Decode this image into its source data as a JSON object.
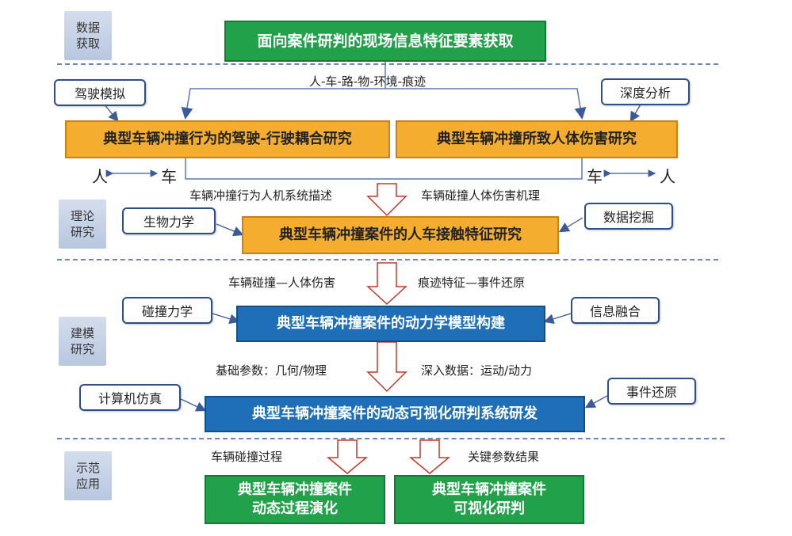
{
  "stages": [
    "数据\n获取",
    "理论\n研究",
    "建模\n研究",
    "示范\n应用"
  ],
  "top_box": "面向案件研判的现场信息特征要素获取",
  "top_edge_label": "人-车-路-物-环境-痕迹",
  "tags": {
    "driving_sim": "驾驶模拟",
    "depth_analysis": "深度分析",
    "biomechanics": "生物力学",
    "data_mining": "数据挖掘",
    "collision_mechanics": "碰撞力学",
    "info_fusion": "信息融合",
    "computer_sim": "计算机仿真",
    "event_restore_tag": "事件还原"
  },
  "research_boxes": {
    "driving_coupling": "典型车辆冲撞行为的驾驶-行驶耦合研究",
    "injury": "典型车辆冲撞所致人体伤害研究",
    "contact_feature": "典型车辆冲撞案件的人车接触特征研究",
    "dynamics_model": "典型车辆冲撞案件的动力学模型构建",
    "visual_system": "典型车辆冲撞案件的动态可视化研判系统研发",
    "dynamic_process": "典型车辆冲撞案件\n动态过程演化",
    "visual_judgement": "典型车辆冲撞案件\n可视化研判"
  },
  "arrow_labels": {
    "person_left": "人",
    "car_left": "车",
    "car_right": "车",
    "person_right": "人",
    "behavior_desc": "车辆冲撞行为人机系统描述",
    "injury_mechanism": "车辆碰撞人体伤害机理",
    "collision_injury": "车辆碰撞—人体伤害",
    "trace_restore": "痕迹特征—事件还原",
    "basic_params": "基础参数：几何/物理",
    "deep_data": "深入数据：运动/动力",
    "collision_process": "车辆碰撞过程",
    "key_params": "关键参数结果"
  },
  "colors": {
    "green": "#21a24a",
    "orange": "#f4ad2f",
    "blue": "#1e6fb8",
    "line": "#2d4e86",
    "arrow_red": "#c0392b"
  }
}
